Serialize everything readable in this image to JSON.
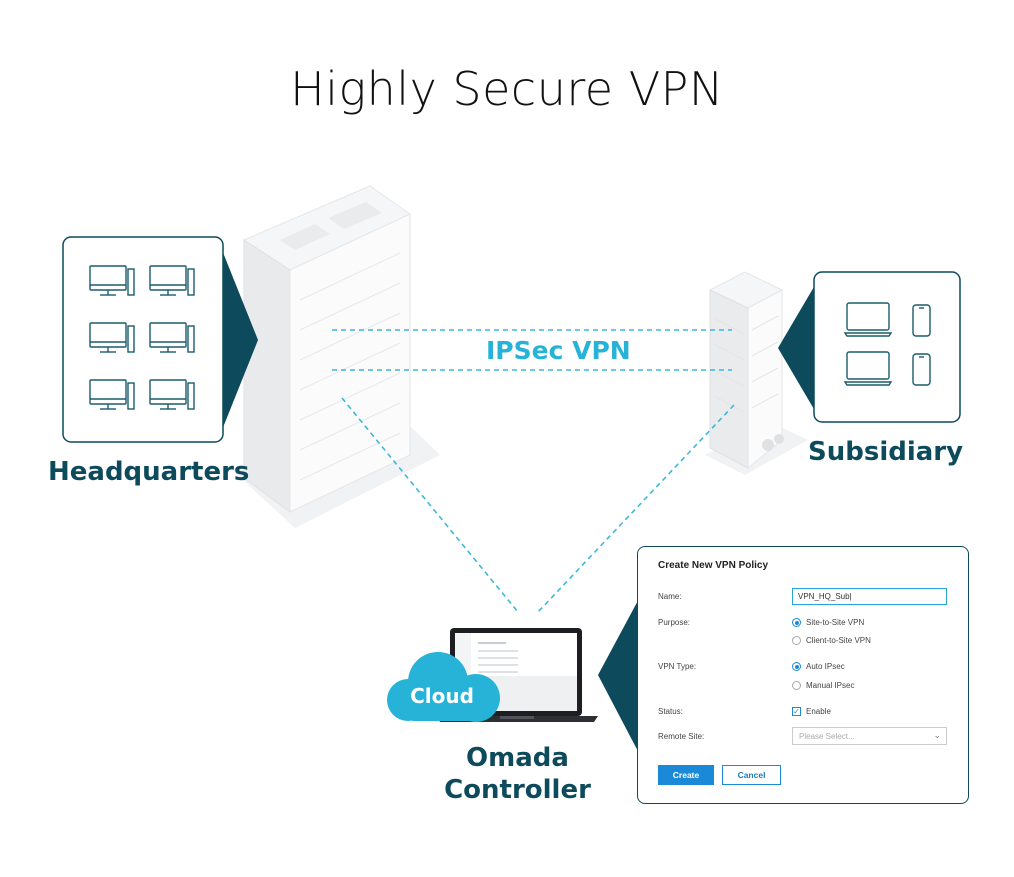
{
  "title": "Highly Secure VPN",
  "labels": {
    "headquarters": "Headquarters",
    "subsidiary": "Subsidiary",
    "ipsec": "IPSec VPN",
    "cloud": "Cloud",
    "omada_line1": "Omada",
    "omada_line2": "Controller"
  },
  "dialog": {
    "title": "Create New VPN Policy",
    "name_label": "Name:",
    "name_value": "VPN_HQ_Sub|",
    "purpose_label": "Purpose:",
    "purpose_options": [
      "Site-to-Site VPN",
      "Client-to-Site VPN"
    ],
    "vpn_type_label": "VPN Type:",
    "vpn_type_options": [
      "Auto IPsec",
      "Manual IPsec"
    ],
    "status_label": "Status:",
    "status_value": "Enable",
    "remote_site_label": "Remote Site:",
    "remote_site_placeholder": "Please Select...",
    "create_label": "Create",
    "cancel_label": "Cancel"
  },
  "colors": {
    "accent": "#27b3d8",
    "dark_teal": "#0c4a5c",
    "button_blue": "#1a8ad8"
  }
}
